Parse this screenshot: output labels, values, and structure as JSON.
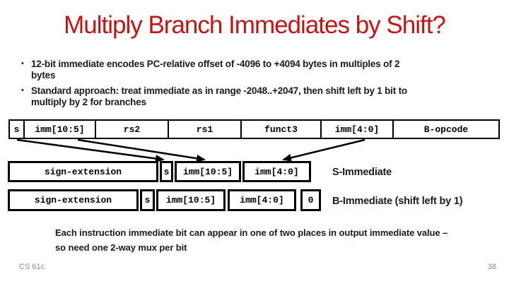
{
  "slide": {
    "title": "Multiply Branch Immediates by Shift?",
    "accent_color": "#c41414",
    "footer": {
      "course": "CS 61c",
      "page": "38"
    }
  },
  "bullets": [
    {
      "marker": "•",
      "line1": "12-bit immediate encodes PC-relative offset of -4096 to +4094 bytes in multiples of 2",
      "line2": "bytes"
    },
    {
      "marker": "•",
      "line1": "Standard approach: treat immediate as in range -2048..+2047, then shift left by 1 bit to",
      "line2": "multiply by 2 for branches"
    }
  ],
  "instruction_format": {
    "fields": [
      {
        "label": "s"
      },
      {
        "label": "imm[10:5]"
      },
      {
        "label": "rs2"
      },
      {
        "label": "rs1"
      },
      {
        "label": "funct3"
      },
      {
        "label": "imm[4:0]"
      },
      {
        "label": "B-opcode"
      }
    ]
  },
  "s_immediate": {
    "cells": {
      "sign_ext": "sign-extension",
      "s": "s",
      "imm_hi": "imm[10:5]",
      "imm_lo": "imm[4:0]"
    },
    "label": "S-Immediate"
  },
  "b_immediate": {
    "cells": {
      "sign_ext": "sign-extension",
      "s": "s",
      "imm_hi": "imm[10:5]",
      "imm_lo": "imm[4:0]",
      "zero": "0"
    },
    "label": "B-Immediate (shift left by 1)"
  },
  "note": {
    "line1": "Each instruction immediate bit can appear in one of two places in output immediate value –",
    "line2": "so need one 2-way mux per bit"
  }
}
